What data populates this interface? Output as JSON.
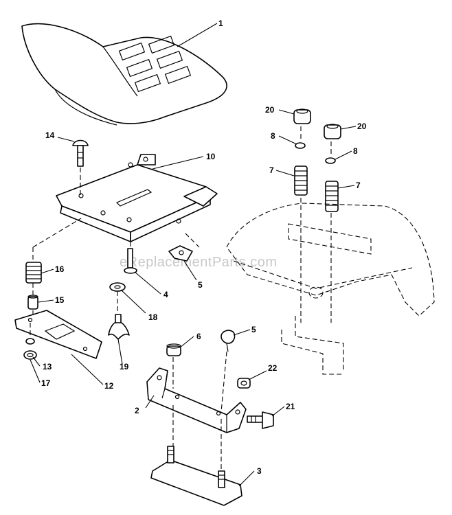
{
  "watermark": "eReplacementParts.com",
  "callouts": [
    {
      "id": "1",
      "text": "1"
    },
    {
      "id": "2",
      "text": "2"
    },
    {
      "id": "3",
      "text": "3"
    },
    {
      "id": "4",
      "text": "4"
    },
    {
      "id": "5a",
      "text": "5"
    },
    {
      "id": "5b",
      "text": "5"
    },
    {
      "id": "6",
      "text": "6"
    },
    {
      "id": "7a",
      "text": "7"
    },
    {
      "id": "7b",
      "text": "7"
    },
    {
      "id": "8a",
      "text": "8"
    },
    {
      "id": "8b",
      "text": "8"
    },
    {
      "id": "10",
      "text": "10"
    },
    {
      "id": "12",
      "text": "12"
    },
    {
      "id": "13",
      "text": "13"
    },
    {
      "id": "14",
      "text": "14"
    },
    {
      "id": "15",
      "text": "15"
    },
    {
      "id": "16",
      "text": "16"
    },
    {
      "id": "17",
      "text": "17"
    },
    {
      "id": "18",
      "text": "18"
    },
    {
      "id": "19",
      "text": "19"
    },
    {
      "id": "20a",
      "text": "20"
    },
    {
      "id": "20b",
      "text": "20"
    },
    {
      "id": "21",
      "text": "21"
    },
    {
      "id": "22",
      "text": "22"
    }
  ]
}
